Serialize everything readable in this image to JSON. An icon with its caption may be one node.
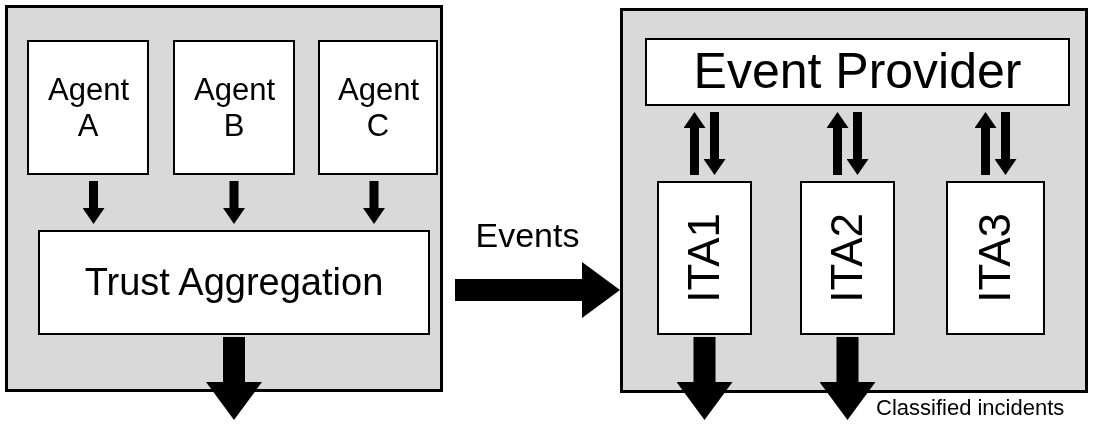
{
  "diagram": {
    "nodes": [
      {
        "text": [],
        "shape": "box"
      },
      {
        "text": [
          "Agent A"
        ],
        "in": 0
      },
      {
        "text": [
          "Agent B"
        ],
        "in": 0
      },
      {
        "text": [
          "Agent C"
        ],
        "in": 0
      },
      {
        "text": [
          "Trust Aggregation"
        ],
        "in": 0
      },
      {
        "text": [],
        "shape": "box"
      },
      {
        "text": [
          "Event Provider"
        ],
        "in": 5
      },
      {
        "text": [
          "ITA1"
        ],
        "in": 5
      },
      {
        "text": [
          "ITA2"
        ],
        "in": 5
      },
      {
        "text": [
          "ITA3"
        ],
        "in": 5
      }
    ],
    "edges": [
      {
        "from": 1,
        "to": 4,
        "arrow": "to"
      },
      {
        "from": 2,
        "to": 4,
        "arrow": "to"
      },
      {
        "from": 3,
        "to": 4,
        "arrow": "to"
      },
      {
        "from": 0,
        "to": 5,
        "arrow": "to",
        "label": "Events",
        "style": "thick"
      },
      {
        "from": 7,
        "to": 6,
        "arrow": "to"
      },
      {
        "from": 6,
        "to": 7,
        "arrow": "to"
      },
      {
        "from": 8,
        "to": 6,
        "arrow": "to"
      },
      {
        "from": 6,
        "to": 8,
        "arrow": "to"
      },
      {
        "from": 9,
        "to": 6,
        "arrow": "to"
      },
      {
        "from": 6,
        "to": 9,
        "arrow": "to"
      },
      {
        "from": 4,
        "to": null,
        "arrow": "to",
        "style": "thick"
      },
      {
        "from": 7,
        "to": null,
        "arrow": "to",
        "style": "thick"
      },
      {
        "from": 8,
        "to": null,
        "arrow": "to",
        "style": "thick"
      }
    ],
    "labels": [
      "Classified incidents"
    ]
  }
}
